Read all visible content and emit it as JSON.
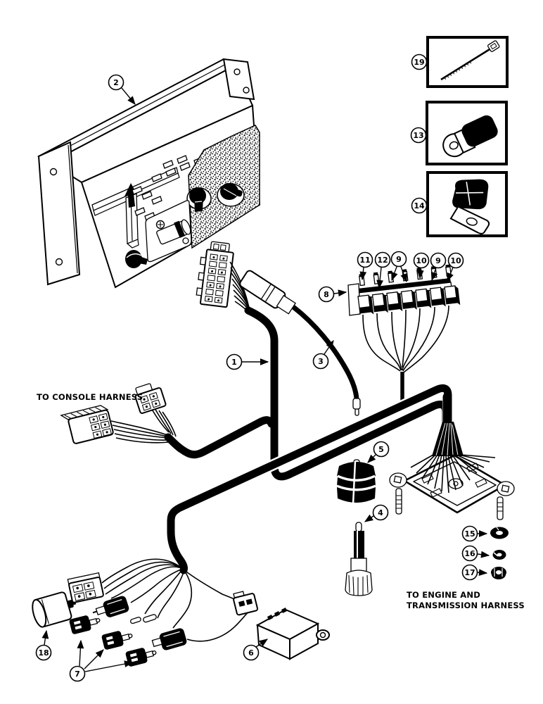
{
  "diagram": {
    "type": "exploded-parts-diagram",
    "colors": {
      "ink": "#000000",
      "paper": "#ffffff"
    },
    "labels": {
      "console_harness": "TO CONSOLE HARNESS",
      "engine_harness_line1": "TO ENGINE AND",
      "engine_harness_line2": "TRANSMISSION HARNESS"
    },
    "callouts": {
      "c1": "1",
      "c2": "2",
      "c3": "3",
      "c4": "4",
      "c5": "5",
      "c6": "6",
      "c7": "7",
      "c8": "8",
      "c9a": "9",
      "c9b": "9",
      "c10a": "10",
      "c10b": "10",
      "c11": "11",
      "c12": "12",
      "c13": "13",
      "c14": "14",
      "c15": "15",
      "c16": "16",
      "c17": "17",
      "c18": "18",
      "c19": "19"
    }
  }
}
